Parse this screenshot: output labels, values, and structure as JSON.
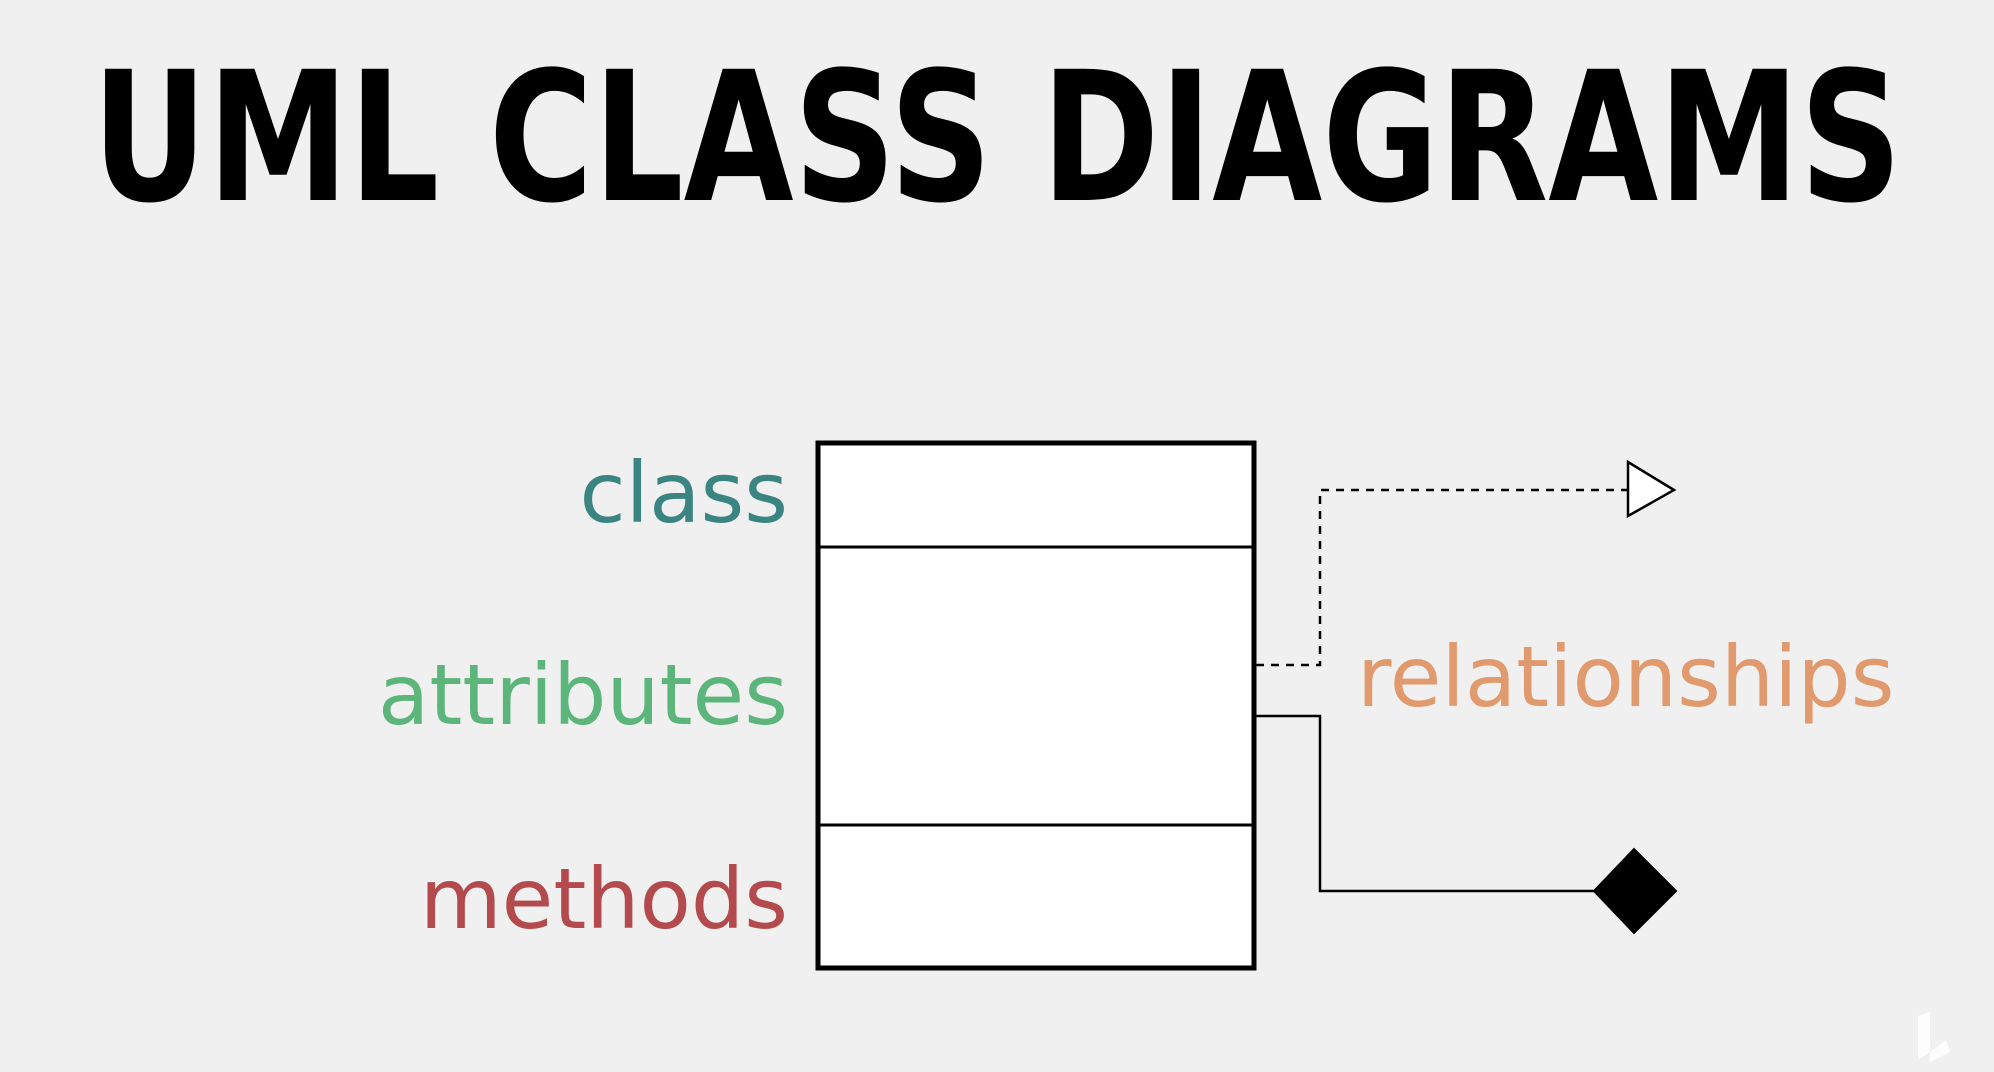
{
  "title": "UML CLASS DIAGRAMS",
  "labels": {
    "class": "class",
    "attributes": "attributes",
    "methods": "methods",
    "relationships": "relationships"
  },
  "colors": {
    "background": "#f0f0f0",
    "title": "#000000",
    "class": "#3a8481",
    "attributes": "#5cb57a",
    "methods": "#b34a4d",
    "relationships": "#e09a6e",
    "box_fill": "#ffffff",
    "stroke": "#000000"
  },
  "relationships": [
    {
      "kind": "dashed-line-hollow-triangle"
    },
    {
      "kind": "solid-line-filled-diamond"
    }
  ],
  "logo": {
    "icon": "brand-logo-icon"
  }
}
